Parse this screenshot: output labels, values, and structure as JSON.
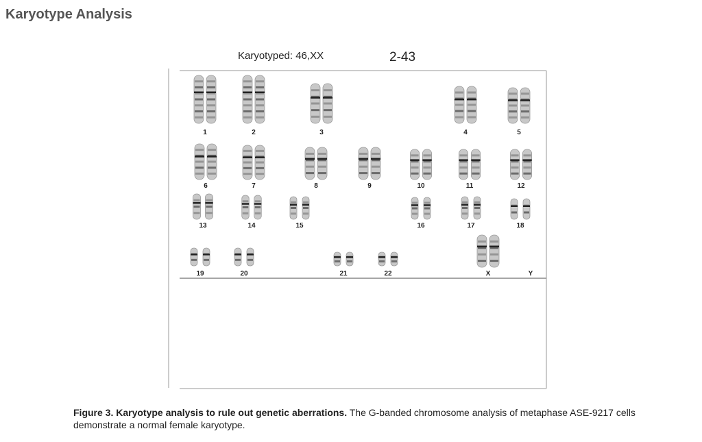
{
  "page_title": "Karyotype Analysis",
  "figure": {
    "karyotype_label": "Karyotyped: 46,XX",
    "sample_id": "2-43",
    "chromosome_labels": [
      "1",
      "2",
      "3",
      "4",
      "5",
      "6",
      "7",
      "8",
      "9",
      "10",
      "11",
      "12",
      "13",
      "14",
      "15",
      "16",
      "17",
      "18",
      "19",
      "20",
      "21",
      "22",
      "X",
      "Y"
    ]
  },
  "caption": {
    "bold": "Figure 3. Karyotype analysis to rule out genetic aberrations.",
    "text": " The G-banded chromosome analysis of metaphase ASE-9217 cells demonstrate a normal female karyotype."
  }
}
